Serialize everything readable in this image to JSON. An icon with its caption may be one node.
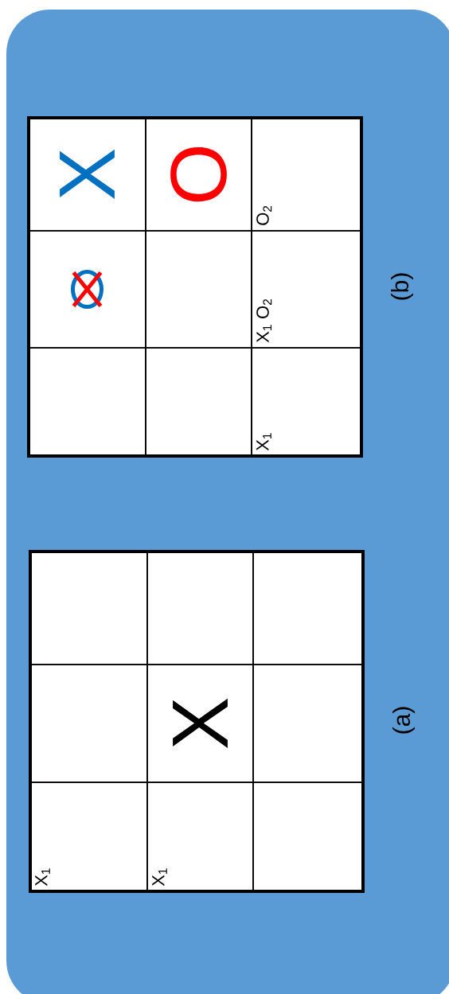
{
  "diagram": {
    "nodes": [
      {
        "text": [],
        "shape": "box"
      },
      {
        "text": [
          "X$_{1}$"
        ],
        "in": 0
      },
      {
        "text": [],
        "shape": "box",
        "in": 0
      },
      {
        "text": [],
        "shape": "box",
        "in": 0
      },
      {
        "text": [
          "X$_{1}$"
        ],
        "in": 0
      },
      {
        "text": [
          "X"
        ],
        "in": 0
      },
      {
        "text": [],
        "shape": "box",
        "in": 0
      },
      {
        "text": [],
        "shape": "box",
        "in": 0
      },
      {
        "text": [],
        "shape": "box",
        "in": 0
      },
      {
        "text": [],
        "shape": "box",
        "in": 0
      },
      {
        "text": [],
        "shape": "box"
      },
      {
        "text": [],
        "shape": "box",
        "in": 10
      },
      {
        "text": [],
        "shape": "picture",
        "in": 10
      },
      {
        "text": [
          "X"
        ],
        "in": 10
      },
      {
        "text": [],
        "shape": "box",
        "in": 10
      },
      {
        "text": [],
        "shape": "box",
        "in": 10
      },
      {
        "text": [
          "O"
        ],
        "in": 10
      },
      {
        "text": [
          "X$_{1}$"
        ],
        "in": 10
      },
      {
        "text": [
          "X$_{1}$ O$_{2}$"
        ],
        "in": 10
      },
      {
        "text": [
          "O$_{2}$"
        ],
        "in": 10
      }
    ],
    "labels": [
      "(a)",
      "(b)"
    ]
  }
}
